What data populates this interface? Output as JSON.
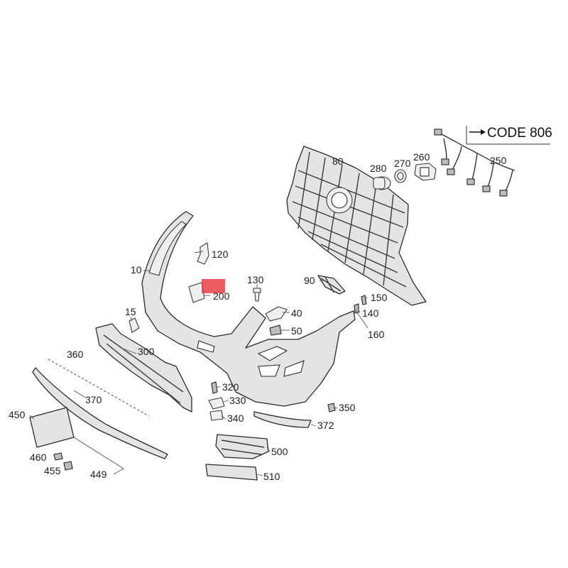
{
  "code_box": {
    "text": "CODE 806",
    "arrow_icon": "arrow-right-icon"
  },
  "labels": {
    "p10": "10",
    "p15": "15",
    "p40": "40",
    "p50": "50",
    "p80": "80",
    "p90": "90",
    "p120": "120",
    "p130": "130",
    "p140": "140",
    "p150": "150",
    "p160": "160",
    "p200": "200",
    "p250": "250",
    "p260": "260",
    "p270": "270",
    "p280": "280",
    "p300": "300",
    "p320": "320",
    "p330": "330",
    "p340": "340",
    "p350": "350",
    "p360": "360",
    "p370": "370",
    "p372": "372",
    "p449": "449",
    "p450": "450",
    "p455": "455",
    "p460": "460",
    "p500": "500",
    "p510": "510"
  },
  "highlight_color": "#e8363f"
}
